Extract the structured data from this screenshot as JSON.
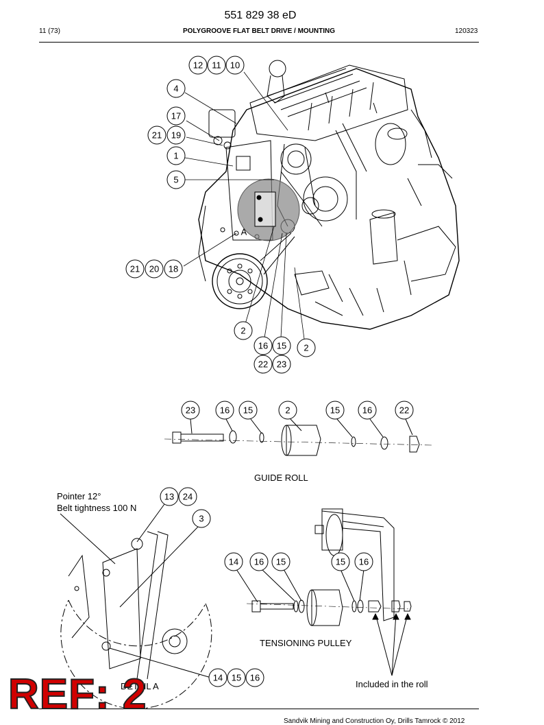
{
  "header": {
    "doc_number": "551 829 38 eD",
    "page": "11 (73)",
    "title": "POLYGROOVE FLAT BELT DRIVE / MOUNTING",
    "date": "120323"
  },
  "engine_view": {
    "callouts": [
      "12",
      "11",
      "10",
      "4",
      "17",
      "21",
      "19",
      "1",
      "5",
      "A",
      "21",
      "20",
      "18",
      "2",
      "16",
      "15",
      "2",
      "22",
      "23"
    ]
  },
  "guide_roll": {
    "caption": "GUIDE ROLL",
    "callouts": [
      "23",
      "16",
      "15",
      "2",
      "15",
      "16",
      "22"
    ]
  },
  "detail": {
    "pointer_note": "Pointer 12°",
    "belt_note": "Belt tightness 100 N",
    "caption": "DETAIL A",
    "callouts": [
      "13",
      "24",
      "3",
      "14",
      "15",
      "16"
    ]
  },
  "tensioning_pulley": {
    "caption": "TENSIONING PULLEY",
    "note": "Included in the roll",
    "callouts": [
      "14",
      "16",
      "15",
      "15",
      "16"
    ]
  },
  "footer": {
    "copyright": "Sandvik Mining and Construction Oy, Drills Tamrock © 2012"
  },
  "stamp": {
    "text": "REF: 2",
    "color": "#d00000"
  }
}
